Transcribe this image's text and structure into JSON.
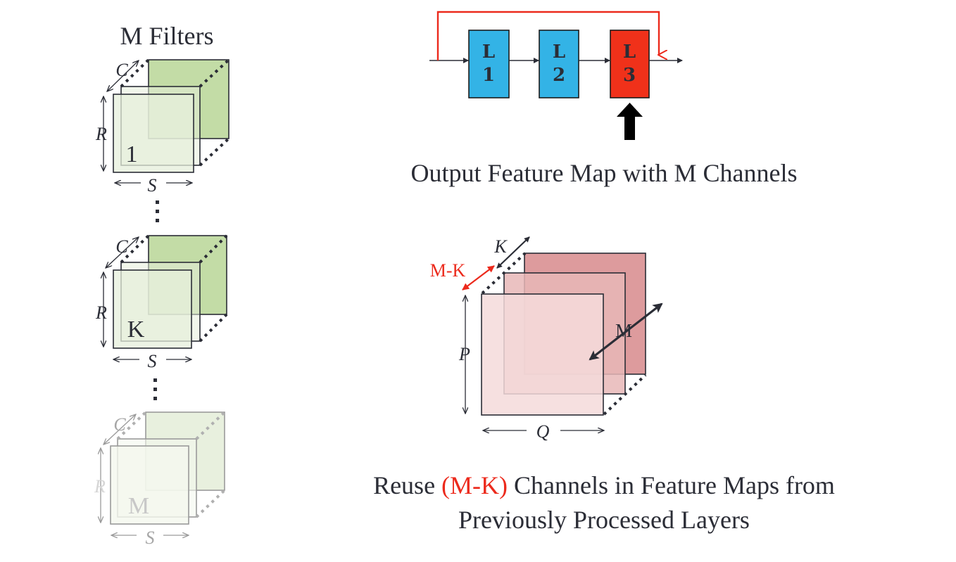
{
  "filters": {
    "title": "M Filters",
    "dim_c": "C",
    "dim_r": "R",
    "dim_s": "S",
    "filter_1_label": "1",
    "filter_k_label": "K",
    "filter_m_label": "M"
  },
  "pipeline": {
    "layer_1": [
      "L",
      "1"
    ],
    "layer_2": [
      "L",
      "2"
    ],
    "layer_3": [
      "L",
      "3"
    ],
    "caption": "Output Feature Map with M Channels"
  },
  "feature_map": {
    "dim_k": "K",
    "dim_mk": "M-K",
    "dim_p": "P",
    "dim_q": "Q",
    "dim_m": "M"
  },
  "caption_bottom": {
    "prefix": "Reuse ",
    "highlight": "(M-K)",
    "suffix": " Channels in Feature Maps from",
    "line2": "Previously Processed Layers"
  },
  "colors": {
    "filter_green_dark": "#c3dca6",
    "filter_green_light": "#e6efdb",
    "layer_blue": "#33b3e6",
    "layer_red": "#f0311a",
    "fmap_back": "#dd9b9d",
    "fmap_mid": "#e8b7b7",
    "fmap_front": "#f4dadb",
    "reuse_red": "#ec2a1c",
    "ink": "#2b2d36"
  }
}
